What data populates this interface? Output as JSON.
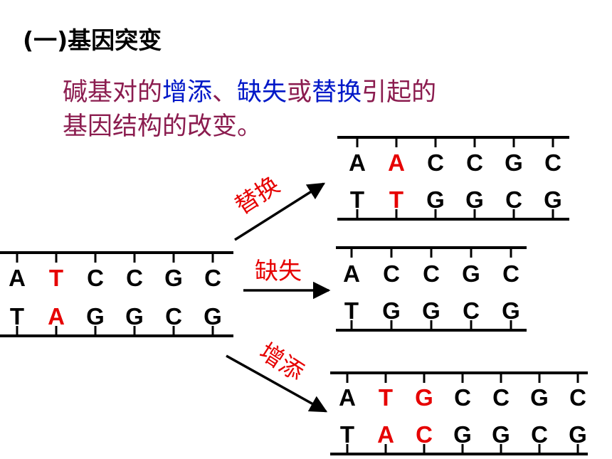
{
  "title": "(一)基因突变",
  "description": {
    "line1_pre": "碱基对的",
    "line1_terms": [
      "增添",
      "缺失",
      "替换"
    ],
    "line1_seps": [
      "、",
      "或"
    ],
    "line1_post": "引起的",
    "line2": "基因结构的改变。"
  },
  "operations": {
    "substitution": "替换",
    "deletion": "缺失",
    "insertion": "增添"
  },
  "colors": {
    "normal_base": "#000000",
    "mutated_base": "#e60000",
    "description_text": "#8b1c4f",
    "highlight_text": "#0018c8",
    "label_text": "#e60000"
  },
  "dna": {
    "original": {
      "top": [
        "A",
        "T",
        "C",
        "C",
        "G",
        "C"
      ],
      "bottom": [
        "T",
        "A",
        "G",
        "G",
        "C",
        "G"
      ],
      "highlight": [
        1
      ]
    },
    "substitution": {
      "top": [
        "A",
        "A",
        "C",
        "C",
        "G",
        "C"
      ],
      "bottom": [
        "T",
        "T",
        "G",
        "G",
        "C",
        "G"
      ],
      "highlight": [
        1
      ]
    },
    "deletion": {
      "top": [
        "A",
        "C",
        "C",
        "G",
        "C"
      ],
      "bottom": [
        "T",
        "G",
        "G",
        "C",
        "G"
      ],
      "highlight": []
    },
    "insertion": {
      "top": [
        "A",
        "T",
        "G",
        "C",
        "C",
        "G",
        "C"
      ],
      "bottom": [
        "T",
        "A",
        "C",
        "G",
        "G",
        "C",
        "G"
      ],
      "highlight": [
        1,
        2
      ]
    }
  }
}
